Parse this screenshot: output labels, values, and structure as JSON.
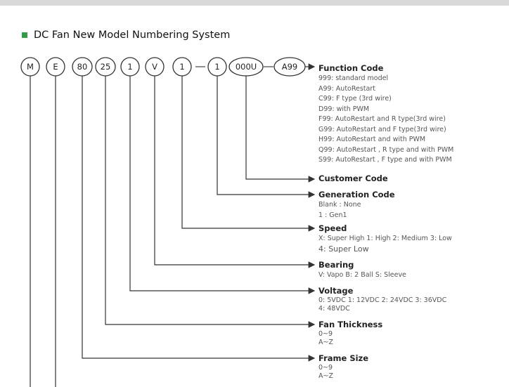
{
  "header": {
    "title": "DC Fan New Model  Numbering System"
  },
  "code_parts": [
    "M",
    "E",
    "80",
    "25",
    "1",
    "V",
    "1",
    "1",
    "000U",
    "A99"
  ],
  "separators": [
    "–",
    "–"
  ],
  "fields": [
    {
      "heading": "Function Code",
      "lines": [
        "999: standard model",
        "A99: AutoRestart",
        "C99: F type  (3rd wire)",
        "D99: with PWM",
        "F99: AutoRestart and R type(3rd wire)",
        "G99: AutoRestart and F type(3rd  wire)",
        "H99: AutoRestart and with PWM",
        "Q99: AutoRestart , R type and with PWM",
        "S99: AutoRestart , F type and with PWM"
      ]
    },
    {
      "heading": "Customer Code",
      "lines": []
    },
    {
      "heading": "Generation Code",
      "lines": [
        "Blank : None",
        "1 : Gen1"
      ]
    },
    {
      "heading": "Speed",
      "lines": [
        "X: Super High   1: High   2: Medium    3: Low",
        "4: Super Low"
      ]
    },
    {
      "heading": "Bearing",
      "lines": [
        "V: Vapo    B: 2 Ball    S: Sleeve"
      ]
    },
    {
      "heading": "Voltage",
      "lines": [
        "0:  5VDC    1: 12VDC    2: 24VDC    3: 36VDC",
        "4: 48VDC"
      ]
    },
    {
      "heading": "Fan Thickness",
      "lines": [
        "0~9",
        "A~Z"
      ]
    },
    {
      "heading": "Frame Size",
      "lines": [
        "0~9",
        "A~Z"
      ]
    }
  ],
  "colors": {
    "accent": "#2f9e44",
    "line": "#333333"
  }
}
